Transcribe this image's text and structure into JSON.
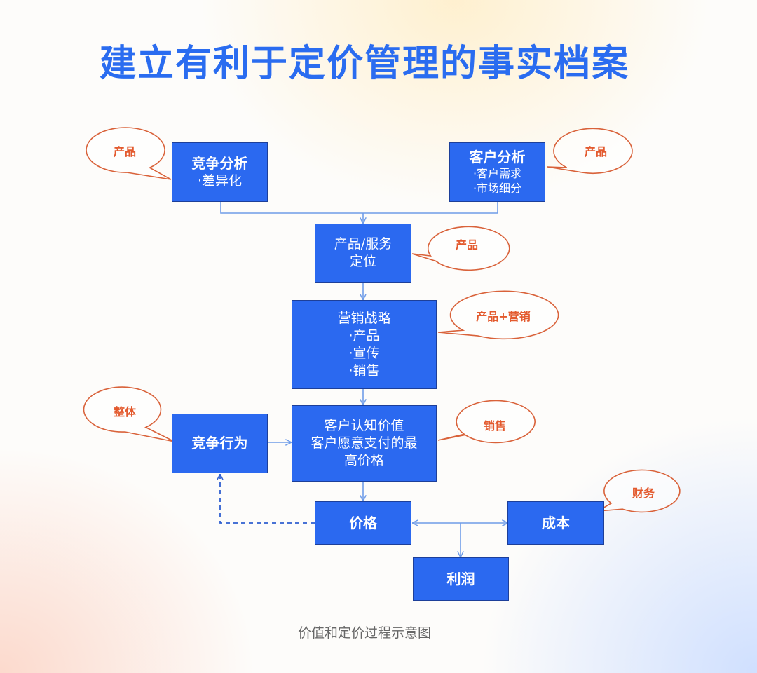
{
  "title": "建立有利于定价管理的事实档案",
  "caption": "价值和定价过程示意图",
  "nodes": {
    "competition_analysis": {
      "title": "竞争分析",
      "lines": [
        "·差异化"
      ]
    },
    "customer_analysis": {
      "title": "客户分析",
      "lines": [
        "·客户需求",
        "·市场细分"
      ]
    },
    "positioning": {
      "lines": [
        "产品/服务",
        "定位"
      ]
    },
    "marketing_strategy": {
      "lines": [
        "营销战略",
        "·产品",
        "·宣传",
        "·销售"
      ]
    },
    "competitive_behavior": {
      "title": "竞争行为"
    },
    "customer_value": {
      "lines": [
        "客户认知价值",
        "客户愿意支付的最",
        "高价格"
      ]
    },
    "price": {
      "title": "价格"
    },
    "cost": {
      "title": "成本"
    },
    "profit": {
      "title": "利润"
    }
  },
  "bubbles": {
    "competition_analysis": "产品",
    "customer_analysis": "产品",
    "positioning": "产品",
    "marketing_strategy": "产品+营销",
    "competitive_behavior": "整体",
    "customer_value": "销售",
    "cost": "财务"
  },
  "colors": {
    "title": "#2a6cf0",
    "box_fill": "#2b69f0",
    "box_border": "#1d3f99",
    "bubble_text": "#e35a2e",
    "bubble_outline": "#d9623a",
    "connector": "#6f9ce8",
    "dashed_connector": "#2f5fd0"
  }
}
